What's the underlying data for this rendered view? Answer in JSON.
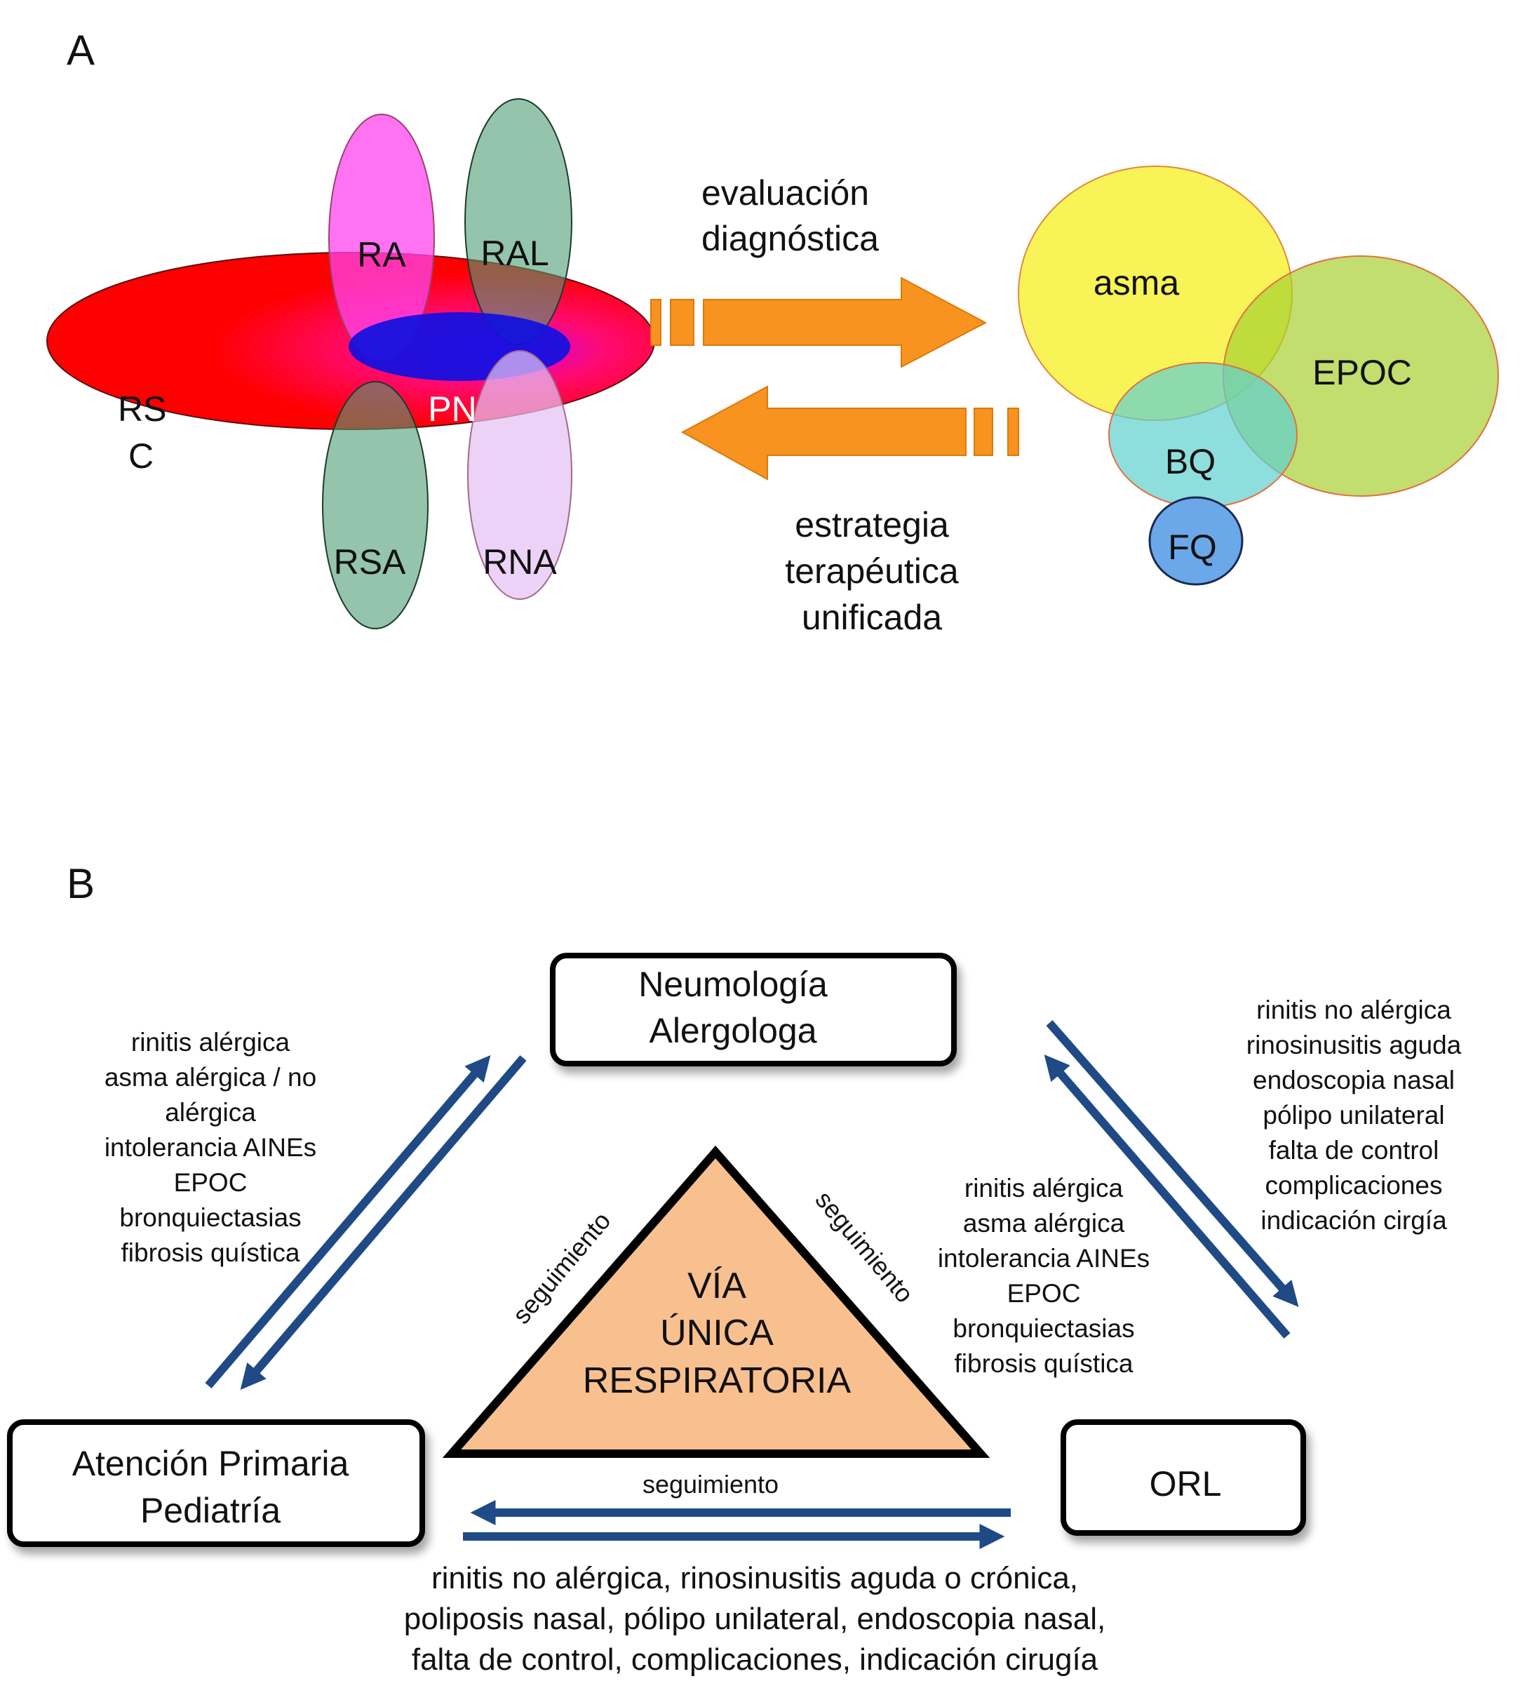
{
  "panel_a": {
    "label": "A",
    "ellipses": {
      "rsc": {
        "line1": "RS",
        "line2": "C",
        "color": "#ff0000"
      },
      "ra": {
        "label": "RA",
        "color": "#ff66ee"
      },
      "ral": {
        "label": "RAL",
        "color": "#5aa67f"
      },
      "pn": {
        "label": "PN",
        "color": "#1010e0"
      },
      "rsa": {
        "label": "RSA",
        "color": "#5aa67f"
      },
      "rna": {
        "label": "RNA",
        "color": "#e6c6f4"
      }
    },
    "arrow_top_label": [
      "evaluación",
      "diagnóstica"
    ],
    "arrow_bottom_label": [
      "estrategia",
      "terapéutica",
      "unificada"
    ],
    "arrow_color": "#f7931e",
    "circles": {
      "asma": {
        "label": "asma",
        "color": "#f7f23a"
      },
      "epoc": {
        "label": "EPOC",
        "color": "#b8d948"
      },
      "bq": {
        "label": "BQ",
        "color": "#6ed6d0"
      },
      "fq": {
        "label": "FQ",
        "color": "#6aa8ea"
      }
    }
  },
  "panel_b": {
    "label": "B",
    "boxes": {
      "neumologia": [
        "Neumología",
        "Alergologa"
      ],
      "atencion": [
        "Atención Primaria",
        "Pediatría"
      ],
      "orl": [
        "ORL"
      ]
    },
    "triangle": {
      "lines": [
        "VÍA",
        "ÚNICA",
        "RESPIRATORIA"
      ],
      "color": "#f9c08f"
    },
    "follow_label": "seguimiento",
    "left_list": [
      "rinitis alérgica",
      "asma alérgica / no",
      "alérgica",
      "intolerancia AINEs",
      "EPOC",
      "bronquiectasias",
      "fibrosis quística"
    ],
    "center_right_list": [
      "rinitis alérgica",
      "asma alérgica",
      "intolerancia AINEs",
      "EPOC",
      "bronquiectasias",
      "fibrosis quística"
    ],
    "right_list": [
      "rinitis no alérgica",
      "rinosinusitis aguda",
      "endoscopia nasal",
      "pólipo unilateral",
      "falta de control",
      "complicaciones",
      "indicación cirgía"
    ],
    "bottom_list": [
      "rinitis no alérgica, rinosinusitis aguda o crónica,",
      "poliposis nasal, pólipo unilateral, endoscopia nasal,",
      "falta de control, complicaciones, indicación cirugía"
    ],
    "arrow_color": "#1f4a86"
  }
}
